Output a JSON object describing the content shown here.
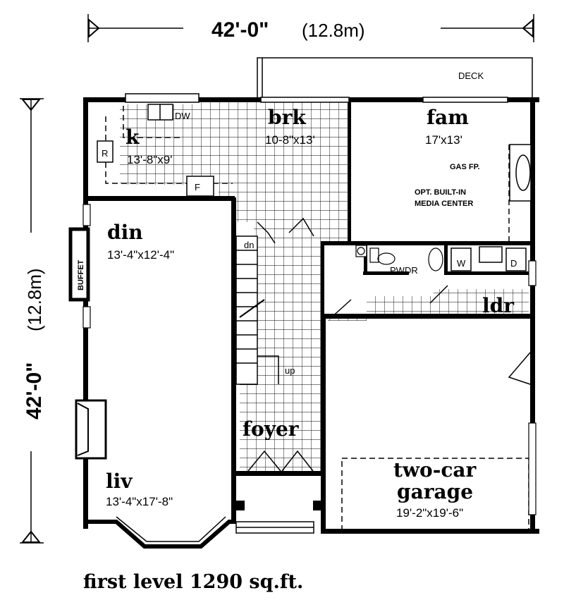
{
  "overall": {
    "width_feet": "42'-0\"",
    "width_metric": "(12.8m)",
    "depth_feet": "42'-0\"",
    "depth_metric": "(12.8m)"
  },
  "caption": "first level 1290 sq.ft.",
  "rooms": {
    "kitchen": {
      "name": "k",
      "dim": "13'-8\"x9'"
    },
    "breakfast": {
      "name": "brk",
      "dim": "10-8\"x13'"
    },
    "family": {
      "name": "fam",
      "dim": "17'x13'"
    },
    "dining": {
      "name": "din",
      "dim": "13'-4\"x12'-4\""
    },
    "living": {
      "name": "liv",
      "dim": "13'-4\"x17'-8\""
    },
    "foyer": {
      "name": "foyer"
    },
    "laundry": {
      "name": "ldr"
    },
    "garage": {
      "name_line1": "two-car",
      "name_line2": "garage",
      "dim": "19'-2\"x19'-6\""
    }
  },
  "labels": {
    "deck": "DECK",
    "dw": "DW",
    "r": "R",
    "f": "F",
    "buffet": "BUFFET",
    "gas_fp": "GAS FP.",
    "media_1": "OPT. BUILT-IN",
    "media_2": "MEDIA CENTER",
    "pwdr": "PWDR",
    "w": "W",
    "d": "D",
    "dn": "dn",
    "up": "up"
  }
}
